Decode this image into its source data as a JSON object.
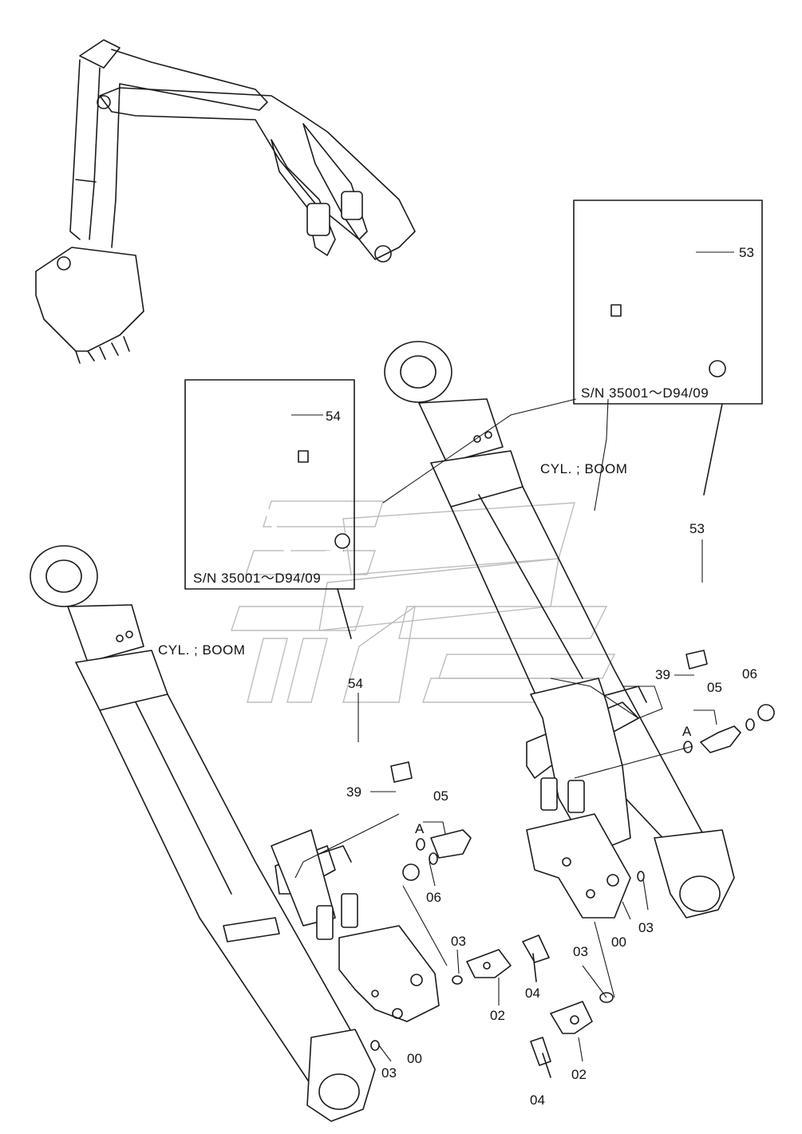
{
  "callouts": {
    "p00": "00",
    "p02": "02",
    "p03": "03",
    "p04": "04",
    "p05": "05",
    "p06": "06",
    "p39": "39",
    "p53": "53",
    "p54": "54",
    "detail_a": "A"
  },
  "captions": {
    "cyl_boom": "CYL. ; BOOM"
  },
  "inset_notes": {
    "serial_range": "S/N  35001～D94/09"
  },
  "colors": {
    "line": "#1a1a1a",
    "watermark": "#bdbdbd",
    "background": "#ffffff"
  }
}
